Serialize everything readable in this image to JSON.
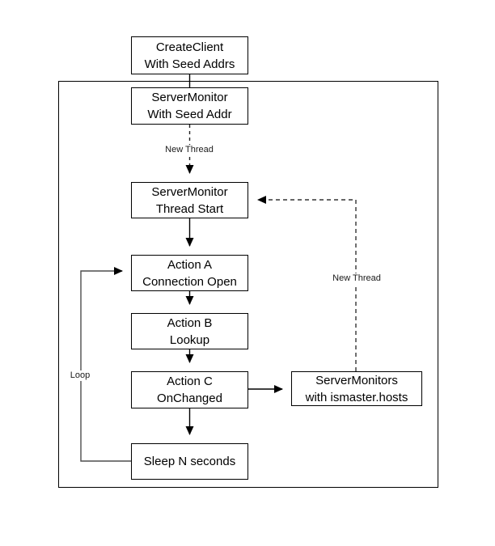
{
  "diagram": {
    "nodes": {
      "create_client": {
        "line1": "CreateClient",
        "line2": "With Seed Addrs"
      },
      "servermonitor_seed": {
        "line1": "ServerMonitor",
        "line2": "With Seed Addr"
      },
      "thread_start": {
        "line1": "ServerMonitor",
        "line2": "Thread Start"
      },
      "action_a": {
        "line1": "Action A",
        "line2": "Connection Open"
      },
      "action_b": {
        "line1": "Action B",
        "line2": "Lookup"
      },
      "action_c": {
        "line1": "Action C",
        "line2": "OnChanged"
      },
      "sleep": {
        "line1": "Sleep N seconds"
      },
      "servermonitors": {
        "line1": "ServerMonitors",
        "line2": "with ismaster.hosts"
      }
    },
    "edge_labels": {
      "new_thread_top": "New Thread",
      "new_thread_right": "New Thread",
      "loop": "Loop"
    },
    "colors": {
      "solid_line": "#000000",
      "dashed_line": "#333333",
      "loop_line": "#4d4d4d",
      "box_border": "#000000",
      "background": "#ffffff"
    }
  }
}
